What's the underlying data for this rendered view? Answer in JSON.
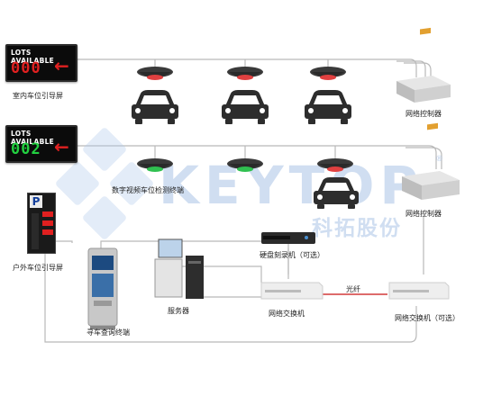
{
  "colors": {
    "line": "#b9b9b9",
    "fiber": "#d23a3a",
    "led_red": "#e02020",
    "led_green": "#22d040",
    "sensor_red": "#e04040",
    "sensor_green": "#30c050",
    "watermark": "#a9c2e6"
  },
  "indoor_sign": {
    "header": "LOTS AVAILABLE",
    "count": "000",
    "count_color": "#e02020",
    "arrow": "←"
  },
  "outdoor_sign_top": {
    "header": "LOTS AVAILABLE",
    "count": "002",
    "count_color": "#22d040",
    "arrow": "←"
  },
  "labels": {
    "indoor_guide": "室内车位引导屏",
    "controller_top": "网络控制器",
    "controller_bottom": "网络控制器",
    "camera_detector": "数字视频车位检测终端",
    "outdoor_guide": "户外车位引导屏",
    "dvr": "硬盘刻录机（可选）",
    "server": "服务器",
    "switch_main": "网络交换机",
    "switch_optional": "网络交换机（可选）",
    "fiber": "光纤",
    "kiosk": "寻车查询终端"
  },
  "totem": {
    "letter": "P"
  },
  "watermark": {
    "brand": "KEYTOP",
    "cn": "科拓股份",
    "reg": "®"
  }
}
